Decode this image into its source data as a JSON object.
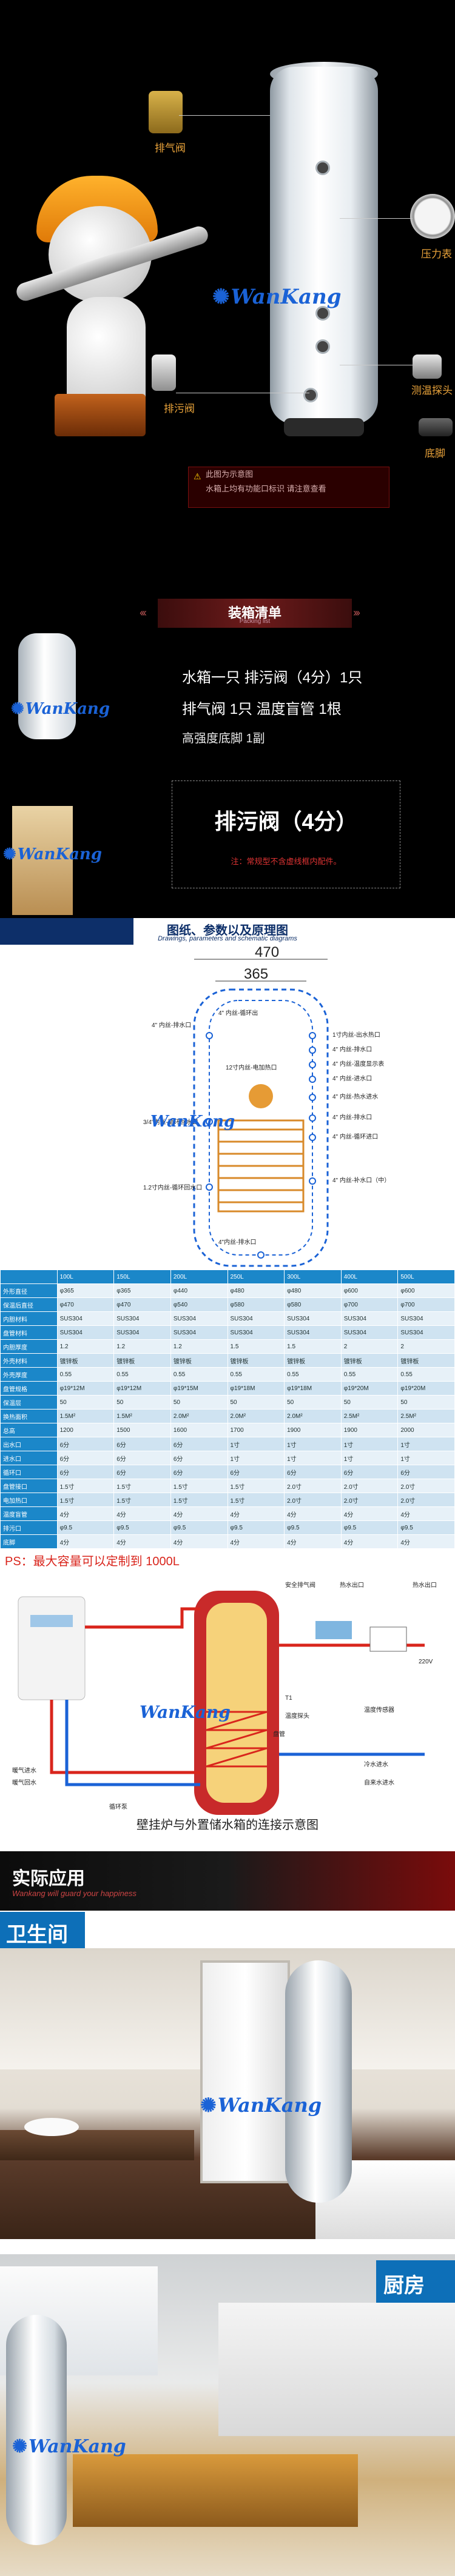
{
  "hero": {
    "labels": {
      "vent_valve": "排气阀",
      "drain_valve": "排污阀",
      "pressure_gauge": "压力表",
      "thermowell": "测温探头",
      "base": "底脚"
    },
    "tip_lines": [
      "此图为示意图",
      "水箱上均有功能口标识 请注意查看"
    ],
    "logo": "WanKang",
    "packing_title": "装箱清单",
    "packing_sub": "Packing list",
    "packing_items": [
      "水箱一只   排污阀（4分）1只",
      "排气阀 1只   温度盲管 1根",
      "高强度底脚 1副"
    ],
    "drain_title": "排污阀（4分）",
    "drain_note": "注：常规型不含虚线框内配件。"
  },
  "drawing": {
    "title": "图纸、参数以及原理图",
    "subtitle": "Drawings, parameters and schematic diagrams",
    "dim_outer": "470",
    "dim_inner": "365",
    "ports": [
      "4\" 内丝-循环出",
      "4\" 内丝-排水口",
      "1寸内丝-出水热口",
      "4\" 内丝-排水口",
      "4\" 内丝-温度显示表",
      "4\" 内丝-进水口",
      "4\" 内丝-热水进水",
      "4\" 内丝-排水口",
      "4\" 内丝-循环进口",
      "4\" 内丝-补水口（中）",
      "12寸内丝-电加热口",
      "3/4\"内丝-循环回水口",
      "1.2寸内丝-循环回水口",
      "4\"内丝-排水口"
    ]
  },
  "specs": {
    "header": [
      "",
      "100L",
      "150L",
      "200L",
      "250L",
      "300L",
      "400L",
      "500L"
    ],
    "rows": [
      [
        "外形直径",
        "φ365",
        "φ365",
        "φ440",
        "φ480",
        "φ480",
        "φ600",
        "φ600"
      ],
      [
        "保温后直径",
        "φ470",
        "φ470",
        "φ540",
        "φ580",
        "φ580",
        "φ700",
        "φ700"
      ],
      [
        "内胆材料",
        "SUS304",
        "SUS304",
        "SUS304",
        "SUS304",
        "SUS304",
        "SUS304",
        "SUS304"
      ],
      [
        "盘管材料",
        "SUS304",
        "SUS304",
        "SUS304",
        "SUS304",
        "SUS304",
        "SUS304",
        "SUS304"
      ],
      [
        "内胆厚度",
        "1.2",
        "1.2",
        "1.2",
        "1.5",
        "1.5",
        "2",
        "2"
      ],
      [
        "外壳材料",
        "镀锌板",
        "镀锌板",
        "镀锌板",
        "镀锌板",
        "镀锌板",
        "镀锌板",
        "镀锌板"
      ],
      [
        "外壳厚度",
        "0.55",
        "0.55",
        "0.55",
        "0.55",
        "0.55",
        "0.55",
        "0.55"
      ],
      [
        "盘管规格",
        "φ19*12M",
        "φ19*12M",
        "φ19*15M",
        "φ19*18M",
        "φ19*18M",
        "φ19*20M",
        "φ19*20M"
      ],
      [
        "保温层",
        "50",
        "50",
        "50",
        "50",
        "50",
        "50",
        "50"
      ],
      [
        "换热面积",
        "1.5M²",
        "1.5M²",
        "2.0M²",
        "2.0M²",
        "2.0M²",
        "2.5M²",
        "2.5M²"
      ],
      [
        "总高",
        "1200",
        "1500",
        "1600",
        "1700",
        "1900",
        "1900",
        "2000"
      ],
      [
        "出水口",
        "6分",
        "6分",
        "6分",
        "1寸",
        "1寸",
        "1寸",
        "1寸"
      ],
      [
        "进水口",
        "6分",
        "6分",
        "6分",
        "1寸",
        "1寸",
        "1寸",
        "1寸"
      ],
      [
        "循环口",
        "6分",
        "6分",
        "6分",
        "6分",
        "6分",
        "6分",
        "6分"
      ],
      [
        "盘管接口",
        "1.5寸",
        "1.5寸",
        "1.5寸",
        "1.5寸",
        "2.0寸",
        "2.0寸",
        "2.0寸"
      ],
      [
        "电加热口",
        "1.5寸",
        "1.5寸",
        "1.5寸",
        "1.5寸",
        "2.0寸",
        "2.0寸",
        "2.0寸"
      ],
      [
        "温度盲管",
        "4分",
        "4分",
        "4分",
        "4分",
        "4分",
        "4分",
        "4分"
      ],
      [
        "排污口",
        "φ9.5",
        "φ9.5",
        "φ9.5",
        "φ9.5",
        "φ9.5",
        "φ9.5",
        "φ9.5"
      ],
      [
        "底脚",
        "4分",
        "4分",
        "4分",
        "4分",
        "4分",
        "4分",
        "4分"
      ]
    ]
  },
  "ps": {
    "text": "PS：最大容量可以定制到 1000L",
    "caption": "壁挂炉与外置储水箱的连接示意图",
    "labels": [
      "安全排气阀",
      "热水出口",
      "热水出口",
      "温度探头",
      "冷水进水",
      "盘管",
      "暖气进水",
      "暖气回水",
      "自来水进水",
      "温度传感器",
      "循环泵",
      "220V",
      "T1"
    ]
  },
  "application": {
    "title": "实际应用",
    "subtitle": "Wankang will guard your happiness",
    "bathroom": "卫生间",
    "kitchen": "厨房"
  },
  "colors": {
    "accent_blue": "#0d6fb8",
    "navy": "#0d2f69",
    "red": "#d9251c",
    "orange": "#e8a23a"
  }
}
